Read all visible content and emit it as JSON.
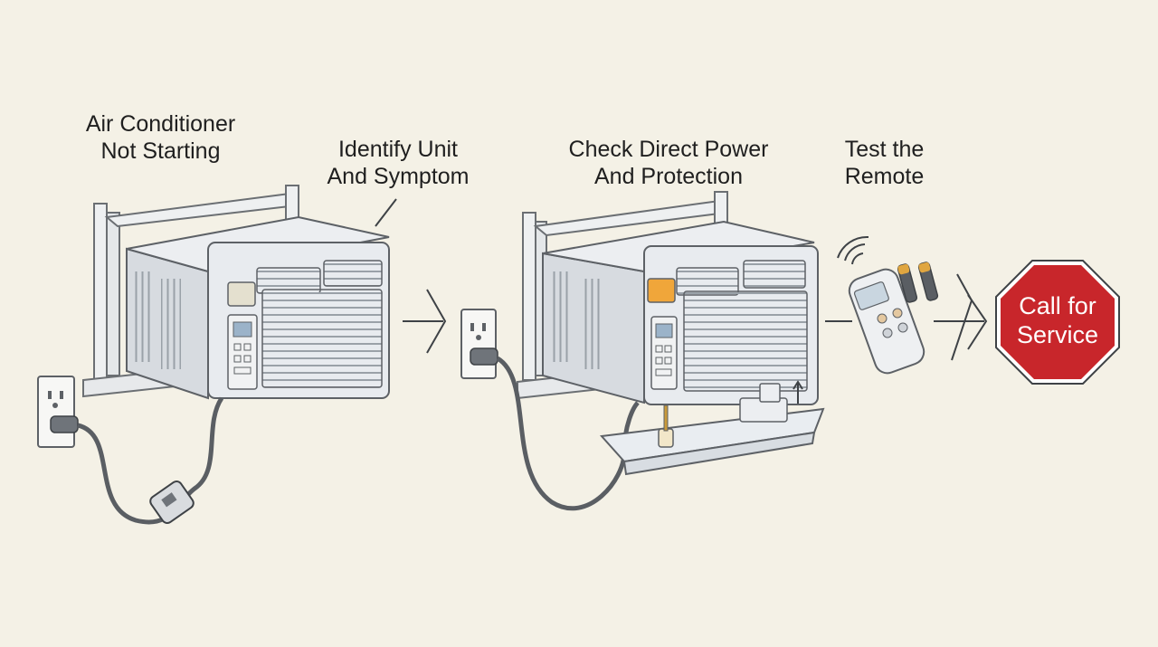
{
  "labels": {
    "air_conditioner": [
      "Air Conditioner",
      "Not Starting"
    ],
    "identify_unit": [
      "Identify Unit",
      "And Symptom"
    ],
    "check_power": [
      "Check Direct Power",
      "And Protection"
    ],
    "test_remote": [
      "Test the",
      "Remote"
    ]
  },
  "stop_sign": {
    "text": [
      "Call for",
      "Service"
    ],
    "color": "#c8262b"
  },
  "colors": {
    "background": "#f4f1e6",
    "unit_body": "#e8ebef",
    "accent_panel": "#f0a63a",
    "outline": "#5d6166"
  },
  "icons": [
    "window-ac-unit-icon",
    "wall-outlet-icon",
    "power-cord-icon",
    "reset-plug-icon",
    "drain-pan-icon",
    "float-switch-icon",
    "remote-control-icon",
    "battery-icon",
    "wireless-signal-icon",
    "arrow-right-icon",
    "stop-sign-icon"
  ]
}
